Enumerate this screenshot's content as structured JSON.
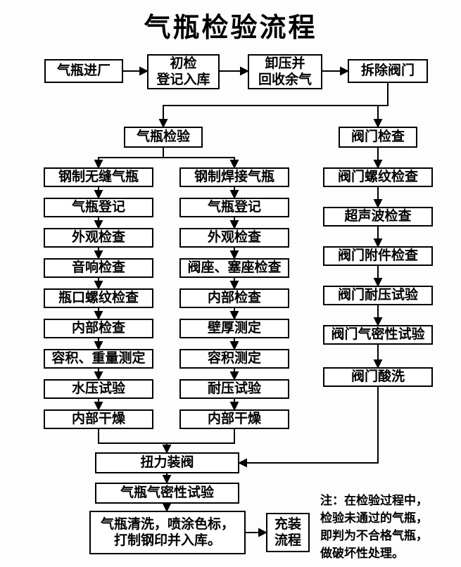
{
  "title": "气瓶检验流程",
  "top_row": [
    {
      "label": "气瓶进厂"
    },
    {
      "label": "初检\n登记入库"
    },
    {
      "label": "卸压并\n回收余气"
    },
    {
      "label": "拆除阀门"
    }
  ],
  "branches": {
    "cylinder": "气瓶检验",
    "valve": "阀门检查"
  },
  "seamless_column": [
    "钢制无缝气瓶",
    "气瓶登记",
    "外观检查",
    "音响检查",
    "瓶口螺纹检查",
    "内部检查",
    "容积、重量测定",
    "水压试验",
    "内部干燥"
  ],
  "welded_column": [
    "钢制焊接气瓶",
    "气瓶登记",
    "外观检查",
    "阀座、塞座检查",
    "内部检查",
    "壁厚测定",
    "容积测定",
    "耐压试验",
    "内部干燥"
  ],
  "valve_column": [
    "阀门螺纹检查",
    "超声波检查",
    "阀门附件检查",
    "阀门耐压试验",
    "阀门气密性试验",
    "阀门酸洗"
  ],
  "final_chain": [
    "扭力装阀",
    "气瓶气密性试验",
    "气瓶清洗，喷涂色标，\n打制钢印并入库。"
  ],
  "filling": "充装\n流程",
  "note": "注：在检验过程中，\n检验未通过的气瓶，\n即判为不合格气瓶，\n做破坏性处理。"
}
